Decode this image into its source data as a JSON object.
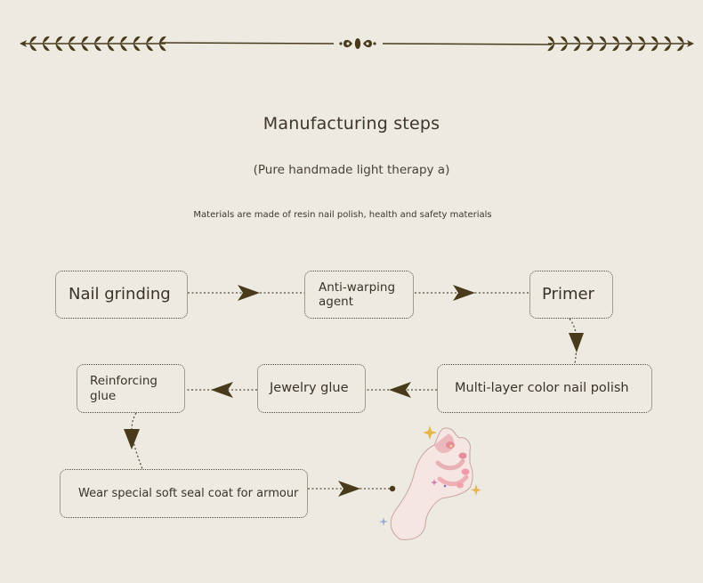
{
  "header": {
    "title": "Manufacturing steps",
    "subtitle": "(Pure handmade light therapy a)",
    "note": "Materials are made of resin nail polish, health and safety materials"
  },
  "steps": [
    {
      "id": "nail-grinding",
      "label": "Nail grinding"
    },
    {
      "id": "anti-warping-agent",
      "label": "Anti-warping agent"
    },
    {
      "id": "primer",
      "label": "Primer"
    },
    {
      "id": "multi-layer-color",
      "label": "Multi-layer color nail polish"
    },
    {
      "id": "jewelry-glue",
      "label": "Jewelry glue"
    },
    {
      "id": "reinforcing-glue",
      "label": "Reinforcing glue"
    },
    {
      "id": "seal-coat",
      "label": "Wear special soft seal coat for armour"
    }
  ],
  "colors": {
    "background": "#eceae1",
    "ink": "#3b3228",
    "arrow": "#4a3a1c",
    "ornament": "#4a3a1c"
  },
  "icons": [
    "laurel-ornament-left",
    "fleur-ornament-center",
    "laurel-ornament-right",
    "hand-icon"
  ]
}
